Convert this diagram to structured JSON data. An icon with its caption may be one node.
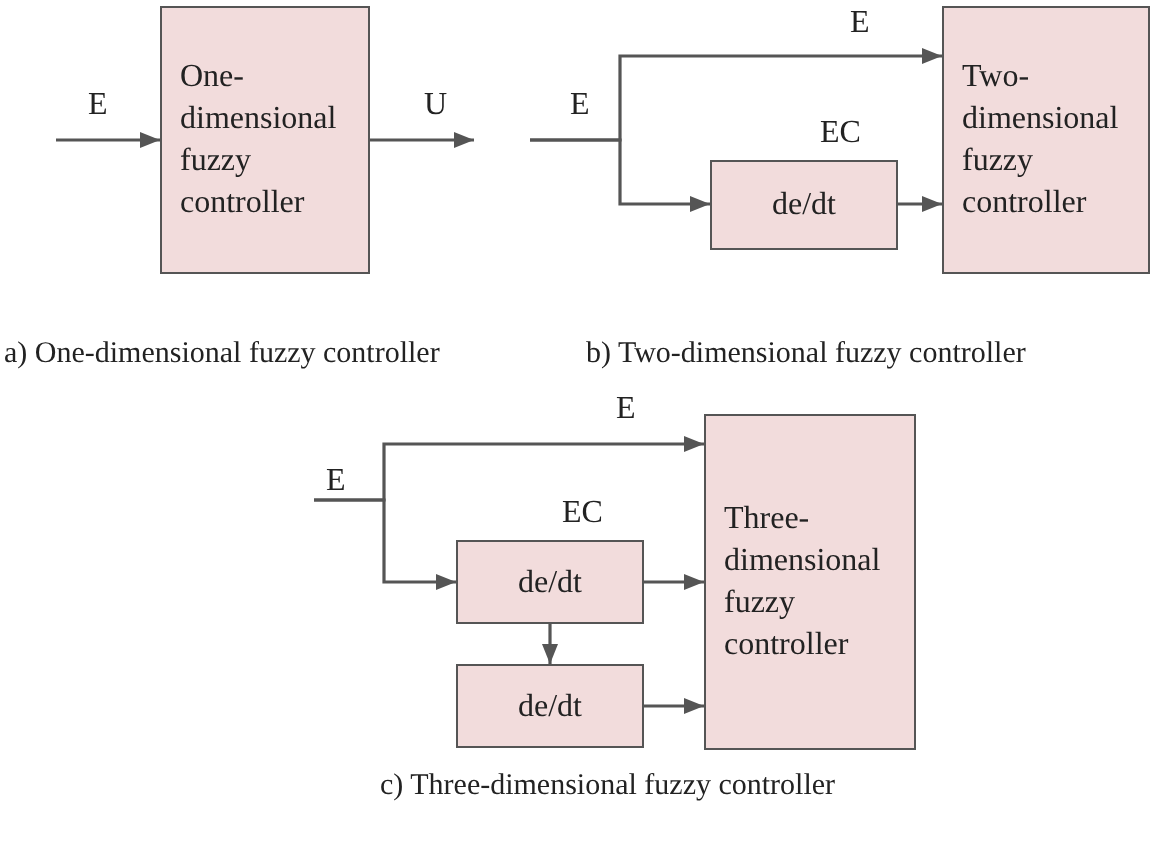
{
  "diagram": {
    "nodes": [
      {
        "text": [
          "One-dimensional fuzzy controller"
        ]
      },
      {
        "text": [
          "de/dt"
        ],
        "beside": [
          "EC"
        ]
      },
      {
        "text": [
          "Two-dimensional fuzzy controller"
        ]
      },
      {
        "text": [
          "de/dt"
        ],
        "beside": [
          "EC"
        ]
      },
      {
        "text": [
          "de/dt"
        ]
      },
      {
        "text": [
          "Three-dimensional fuzzy controller"
        ]
      }
    ],
    "edges": [
      {
        "from": null,
        "to": 0,
        "arrow": "to",
        "label": "E"
      },
      {
        "from": 0,
        "to": null,
        "arrow": "to",
        "label": "U"
      },
      {
        "from": null,
        "to": 2,
        "arrow": "to",
        "label": "E"
      },
      {
        "from": null,
        "to": 1,
        "arrow": "to"
      },
      {
        "from": 1,
        "to": 2,
        "arrow": "to"
      },
      {
        "from": null,
        "to": 5,
        "arrow": "to",
        "label": "E"
      },
      {
        "from": null,
        "to": 3,
        "arrow": "to"
      },
      {
        "from": 3,
        "to": 5,
        "arrow": "to"
      },
      {
        "from": 3,
        "to": 4,
        "arrow": "to"
      },
      {
        "from": 4,
        "to": 5,
        "arrow": "to"
      }
    ],
    "labels": [
      "E",
      "a) One-dimensional fuzzy controller",
      "b) Two-dimensional fuzzy controller",
      "E",
      "c) Three-dimensional fuzzy controller"
    ]
  }
}
